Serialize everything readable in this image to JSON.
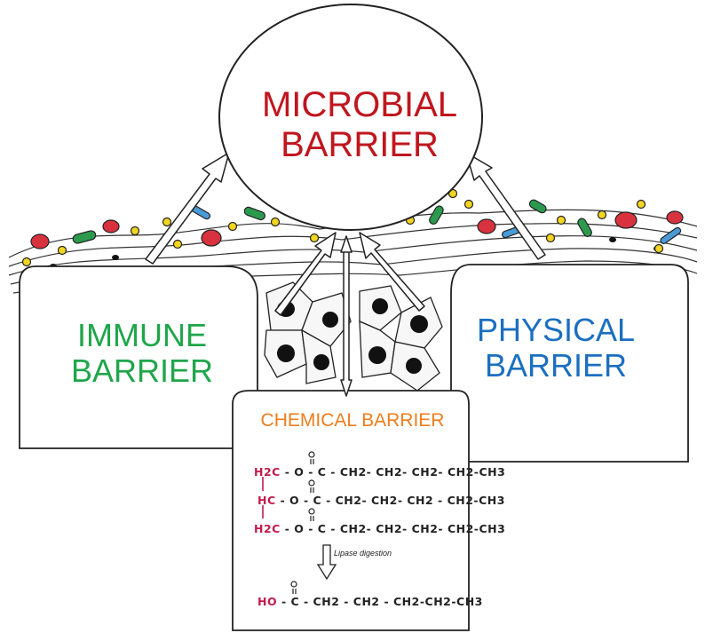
{
  "barriers": {
    "microbial": {
      "line1": "MICROBIAL",
      "line2": "BARRIER",
      "color": "#c0161e"
    },
    "immune": {
      "line1": "IMMUNE",
      "line2": "BARRIER",
      "color": "#1fa64a"
    },
    "physical": {
      "line1": "PHYSICAL",
      "line2": "BARRIER",
      "color": "#1b6fc0"
    },
    "chemical": {
      "title": "CHEMICAL BARRIER",
      "color": "#ee7d1e"
    }
  },
  "chemistry": {
    "row1": {
      "head": "H2C",
      "rest": "- O - C - CH2- CH2- CH2- CH2-CH3"
    },
    "row2": {
      "head": "HC",
      "rest": "- O - C - CH2- CH2- CH2 - CH2-CH3"
    },
    "row3": {
      "head": "H2C",
      "rest": "- O - C - CH2- CH2- CH2- CH2-CH3"
    },
    "lipase": "Lipase digestion",
    "product": {
      "head": "HO",
      "rest": "- C - CH2 - CH2 - CH2-CH2-CH3"
    }
  },
  "colors": {
    "microbe_red": "#d8323f",
    "microbe_green": "#2c9a4e",
    "microbe_yellow": "#f2d520",
    "microbe_blue": "#4a9ad6",
    "outline": "#222222"
  }
}
